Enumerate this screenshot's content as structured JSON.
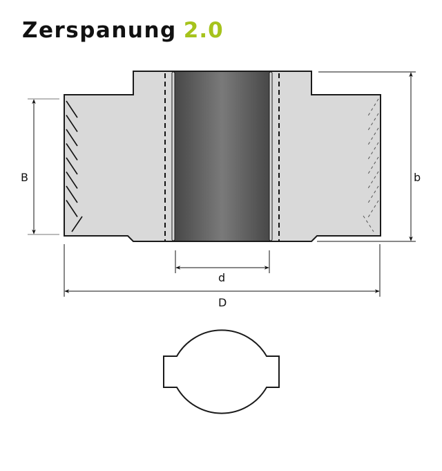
{
  "logo": {
    "text": "Zerspanung",
    "version": "2.0",
    "version_color": "#a6c31c"
  },
  "diagram": {
    "title": "Bushing cross-section with dimensions",
    "dimensions": {
      "B": "B",
      "b": "b",
      "d": "d",
      "D": "D"
    },
    "colors": {
      "body_fill": "#d9d9d9",
      "outline": "#1a1a1a",
      "bore_dark": "#474747",
      "bore_light": "#7a7a7a"
    },
    "views": [
      "side-section",
      "top-profile"
    ]
  }
}
